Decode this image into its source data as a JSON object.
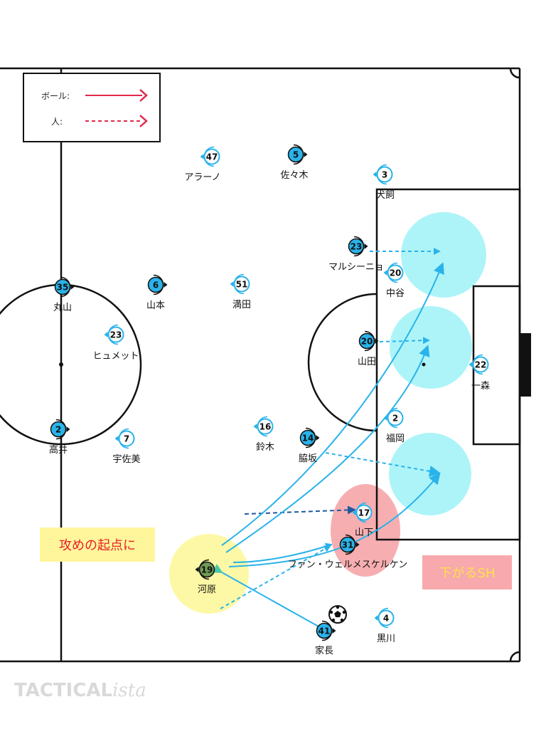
{
  "legend": {
    "ball_label": "ボール:",
    "person_label": "人:"
  },
  "colors": {
    "blue_team": "#29b3ea",
    "pass_arrow": "#29b3ea",
    "run_dashed": "#1f5a9e",
    "legend_arrow": "#e2294b",
    "zone_cyan": "#9ff2f7",
    "zone_yellow": "#fdf8a0",
    "zone_red": "#f6a5a8",
    "pitch_line": "#111111",
    "highlight_player": "#6f9b55",
    "return_arrow": "#48c7a8"
  },
  "annotations": {
    "attack_origin": "攻めの起点に",
    "dropping_sh": "下がるSH"
  },
  "brand": {
    "main": "TACTICAL",
    "suffix": "ista"
  },
  "players": [
    {
      "id": "p47",
      "number": "47",
      "name": "アラーノ",
      "team": "white",
      "facing": "left"
    },
    {
      "id": "p5",
      "number": "5",
      "name": "佐々木",
      "team": "blue",
      "facing": "right"
    },
    {
      "id": "p3",
      "number": "3",
      "name": "犬飼",
      "team": "white",
      "facing": "left"
    },
    {
      "id": "p23m",
      "number": "23",
      "name": "マルシーニョ",
      "team": "blue",
      "facing": "right"
    },
    {
      "id": "p20n",
      "number": "20",
      "name": "中谷",
      "team": "white",
      "facing": "left"
    },
    {
      "id": "p35",
      "number": "35",
      "name": "丸山",
      "team": "blue",
      "facing": "right"
    },
    {
      "id": "p6",
      "number": "6",
      "name": "山本",
      "team": "blue",
      "facing": "right"
    },
    {
      "id": "p51",
      "number": "51",
      "name": "満田",
      "team": "white",
      "facing": "left"
    },
    {
      "id": "p23h",
      "number": "23",
      "name": "ヒュメット",
      "team": "white",
      "facing": "left"
    },
    {
      "id": "p20y",
      "number": "20",
      "name": "山田",
      "team": "blue",
      "facing": "right"
    },
    {
      "id": "p22",
      "number": "22",
      "name": "一森",
      "team": "white",
      "facing": "left"
    },
    {
      "id": "p2t",
      "number": "2",
      "name": "高井",
      "team": "blue",
      "facing": "right"
    },
    {
      "id": "p7",
      "number": "7",
      "name": "宇佐美",
      "team": "white",
      "facing": "left"
    },
    {
      "id": "p16",
      "number": "16",
      "name": "鈴木",
      "team": "white",
      "facing": "left"
    },
    {
      "id": "p14",
      "number": "14",
      "name": "脇坂",
      "team": "blue",
      "facing": "right"
    },
    {
      "id": "p2f",
      "number": "2",
      "name": "福岡",
      "team": "white",
      "facing": "left"
    },
    {
      "id": "p17",
      "number": "17",
      "name": "山下",
      "team": "white",
      "facing": "left"
    },
    {
      "id": "p31",
      "number": "31",
      "name": "ファン・ウェルメスケルケン",
      "team": "blue",
      "facing": "right"
    },
    {
      "id": "p19",
      "number": "19",
      "name": "河原",
      "team": "highlight",
      "facing": "left"
    },
    {
      "id": "p41",
      "number": "41",
      "name": "家長",
      "team": "blue",
      "facing": "right"
    },
    {
      "id": "p4",
      "number": "4",
      "name": "黒川",
      "team": "white",
      "facing": "left"
    }
  ]
}
